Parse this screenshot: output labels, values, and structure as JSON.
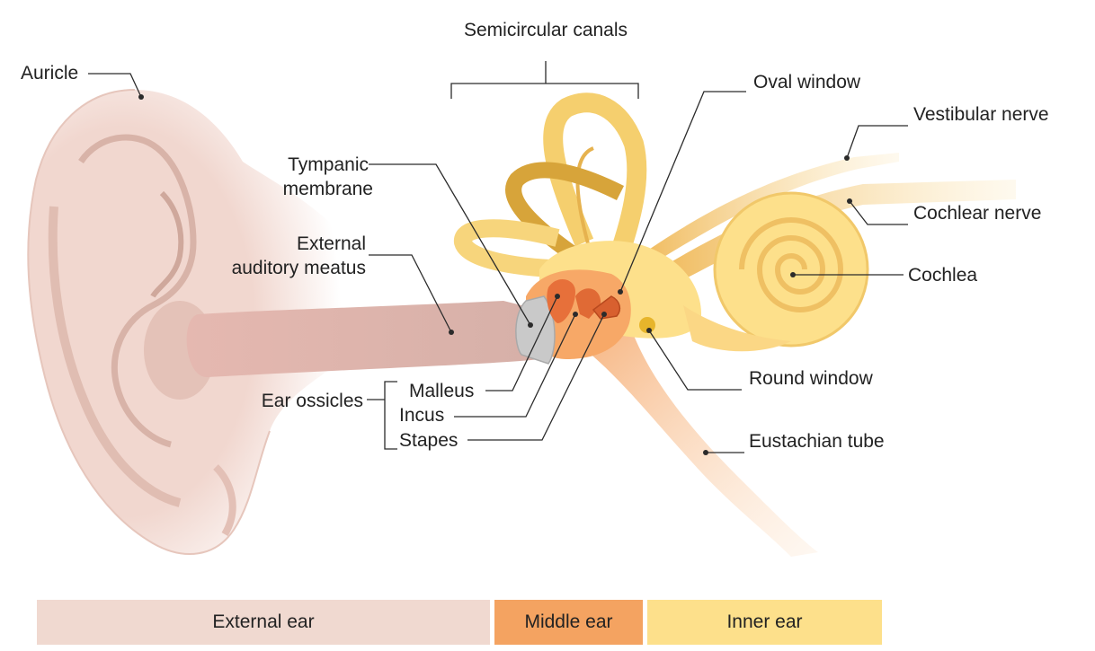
{
  "labels": {
    "semicircular_canals": "Semicircular canals",
    "auricle": "Auricle",
    "oval_window": "Oval window",
    "vestibular_nerve": "Vestibular nerve",
    "tympanic_membrane_1": "Tympanic",
    "tympanic_membrane_2": "membrane",
    "cochlear_nerve": "Cochlear nerve",
    "external_meatus_1": "External",
    "external_meatus_2": "auditory meatus",
    "cochlea": "Cochlea",
    "ear_ossicles": "Ear ossicles",
    "malleus": "Malleus",
    "incus": "Incus",
    "stapes": "Stapes",
    "round_window": "Round window",
    "eustachian_tube": "Eustachian tube"
  },
  "legend": [
    {
      "label": "External ear",
      "color": "#f0d9d0"
    },
    {
      "label": "Middle ear",
      "color": "#f4a361"
    },
    {
      "label": "Inner ear",
      "color": "#fde08b"
    }
  ]
}
